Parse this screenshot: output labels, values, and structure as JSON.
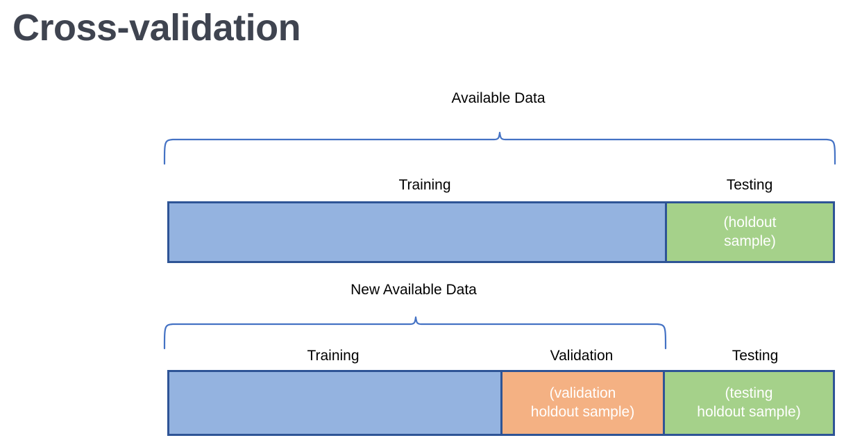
{
  "slide": {
    "title": "Cross-validation",
    "title_color": "#3f4450",
    "background_color": "#ffffff"
  },
  "palette": {
    "training_fill": "#94b3e0",
    "testing_fill": "#a5d18a",
    "validation_fill": "#f4b183",
    "bar_border": "#2e5496",
    "brace_stroke": "#4472c4",
    "label_text": "#000000",
    "segment_text": "#ffffff"
  },
  "diagram_top": {
    "brace_label": "Available Data",
    "segment_labels": {
      "training": "Training",
      "testing": "Testing"
    },
    "segments": [
      {
        "name": "training",
        "label": "",
        "fill": "#94b3e0"
      },
      {
        "name": "testing",
        "label": "(holdout\nsample)",
        "line1": "(holdout",
        "line2": "sample)",
        "fill": "#a5d18a"
      }
    ]
  },
  "diagram_bottom": {
    "brace_label": "New Available Data",
    "segment_labels": {
      "training": "Training",
      "validation": "Validation",
      "testing": "Testing"
    },
    "segments": [
      {
        "name": "training",
        "label": "",
        "fill": "#94b3e0"
      },
      {
        "name": "validation",
        "line1": "(validation",
        "line2": "holdout sample)",
        "fill": "#f4b183"
      },
      {
        "name": "testing",
        "line1": "(testing",
        "line2": "holdout sample)",
        "fill": "#a5d18a"
      }
    ]
  },
  "chart_data": {
    "type": "bar",
    "title": "Cross-validation",
    "orientation": "horizontal-stacked",
    "xlabel": "",
    "ylabel": "",
    "charts": [
      {
        "name": "Available Data",
        "bracket_label": "Available Data",
        "bracket_covers": [
          "Training",
          "Testing"
        ],
        "categories": [
          "Training",
          "Testing"
        ],
        "values": [
          74.2,
          25.8
        ],
        "value_unit": "percent of available data",
        "segment_captions": [
          "",
          "(holdout sample)"
        ],
        "colors": [
          "#94b3e0",
          "#a5d18a"
        ]
      },
      {
        "name": "New Available Data",
        "bracket_label": "New Available Data",
        "bracket_covers": [
          "Training",
          "Validation"
        ],
        "categories": [
          "Training",
          "Validation",
          "Testing"
        ],
        "values": [
          49.6,
          24.6,
          25.8
        ],
        "value_unit": "percent of available data",
        "segment_captions": [
          "",
          "(validation holdout sample)",
          "(testing holdout sample)"
        ],
        "colors": [
          "#94b3e0",
          "#f4b183",
          "#a5d18a"
        ]
      }
    ],
    "grid": false,
    "legend": "none"
  }
}
